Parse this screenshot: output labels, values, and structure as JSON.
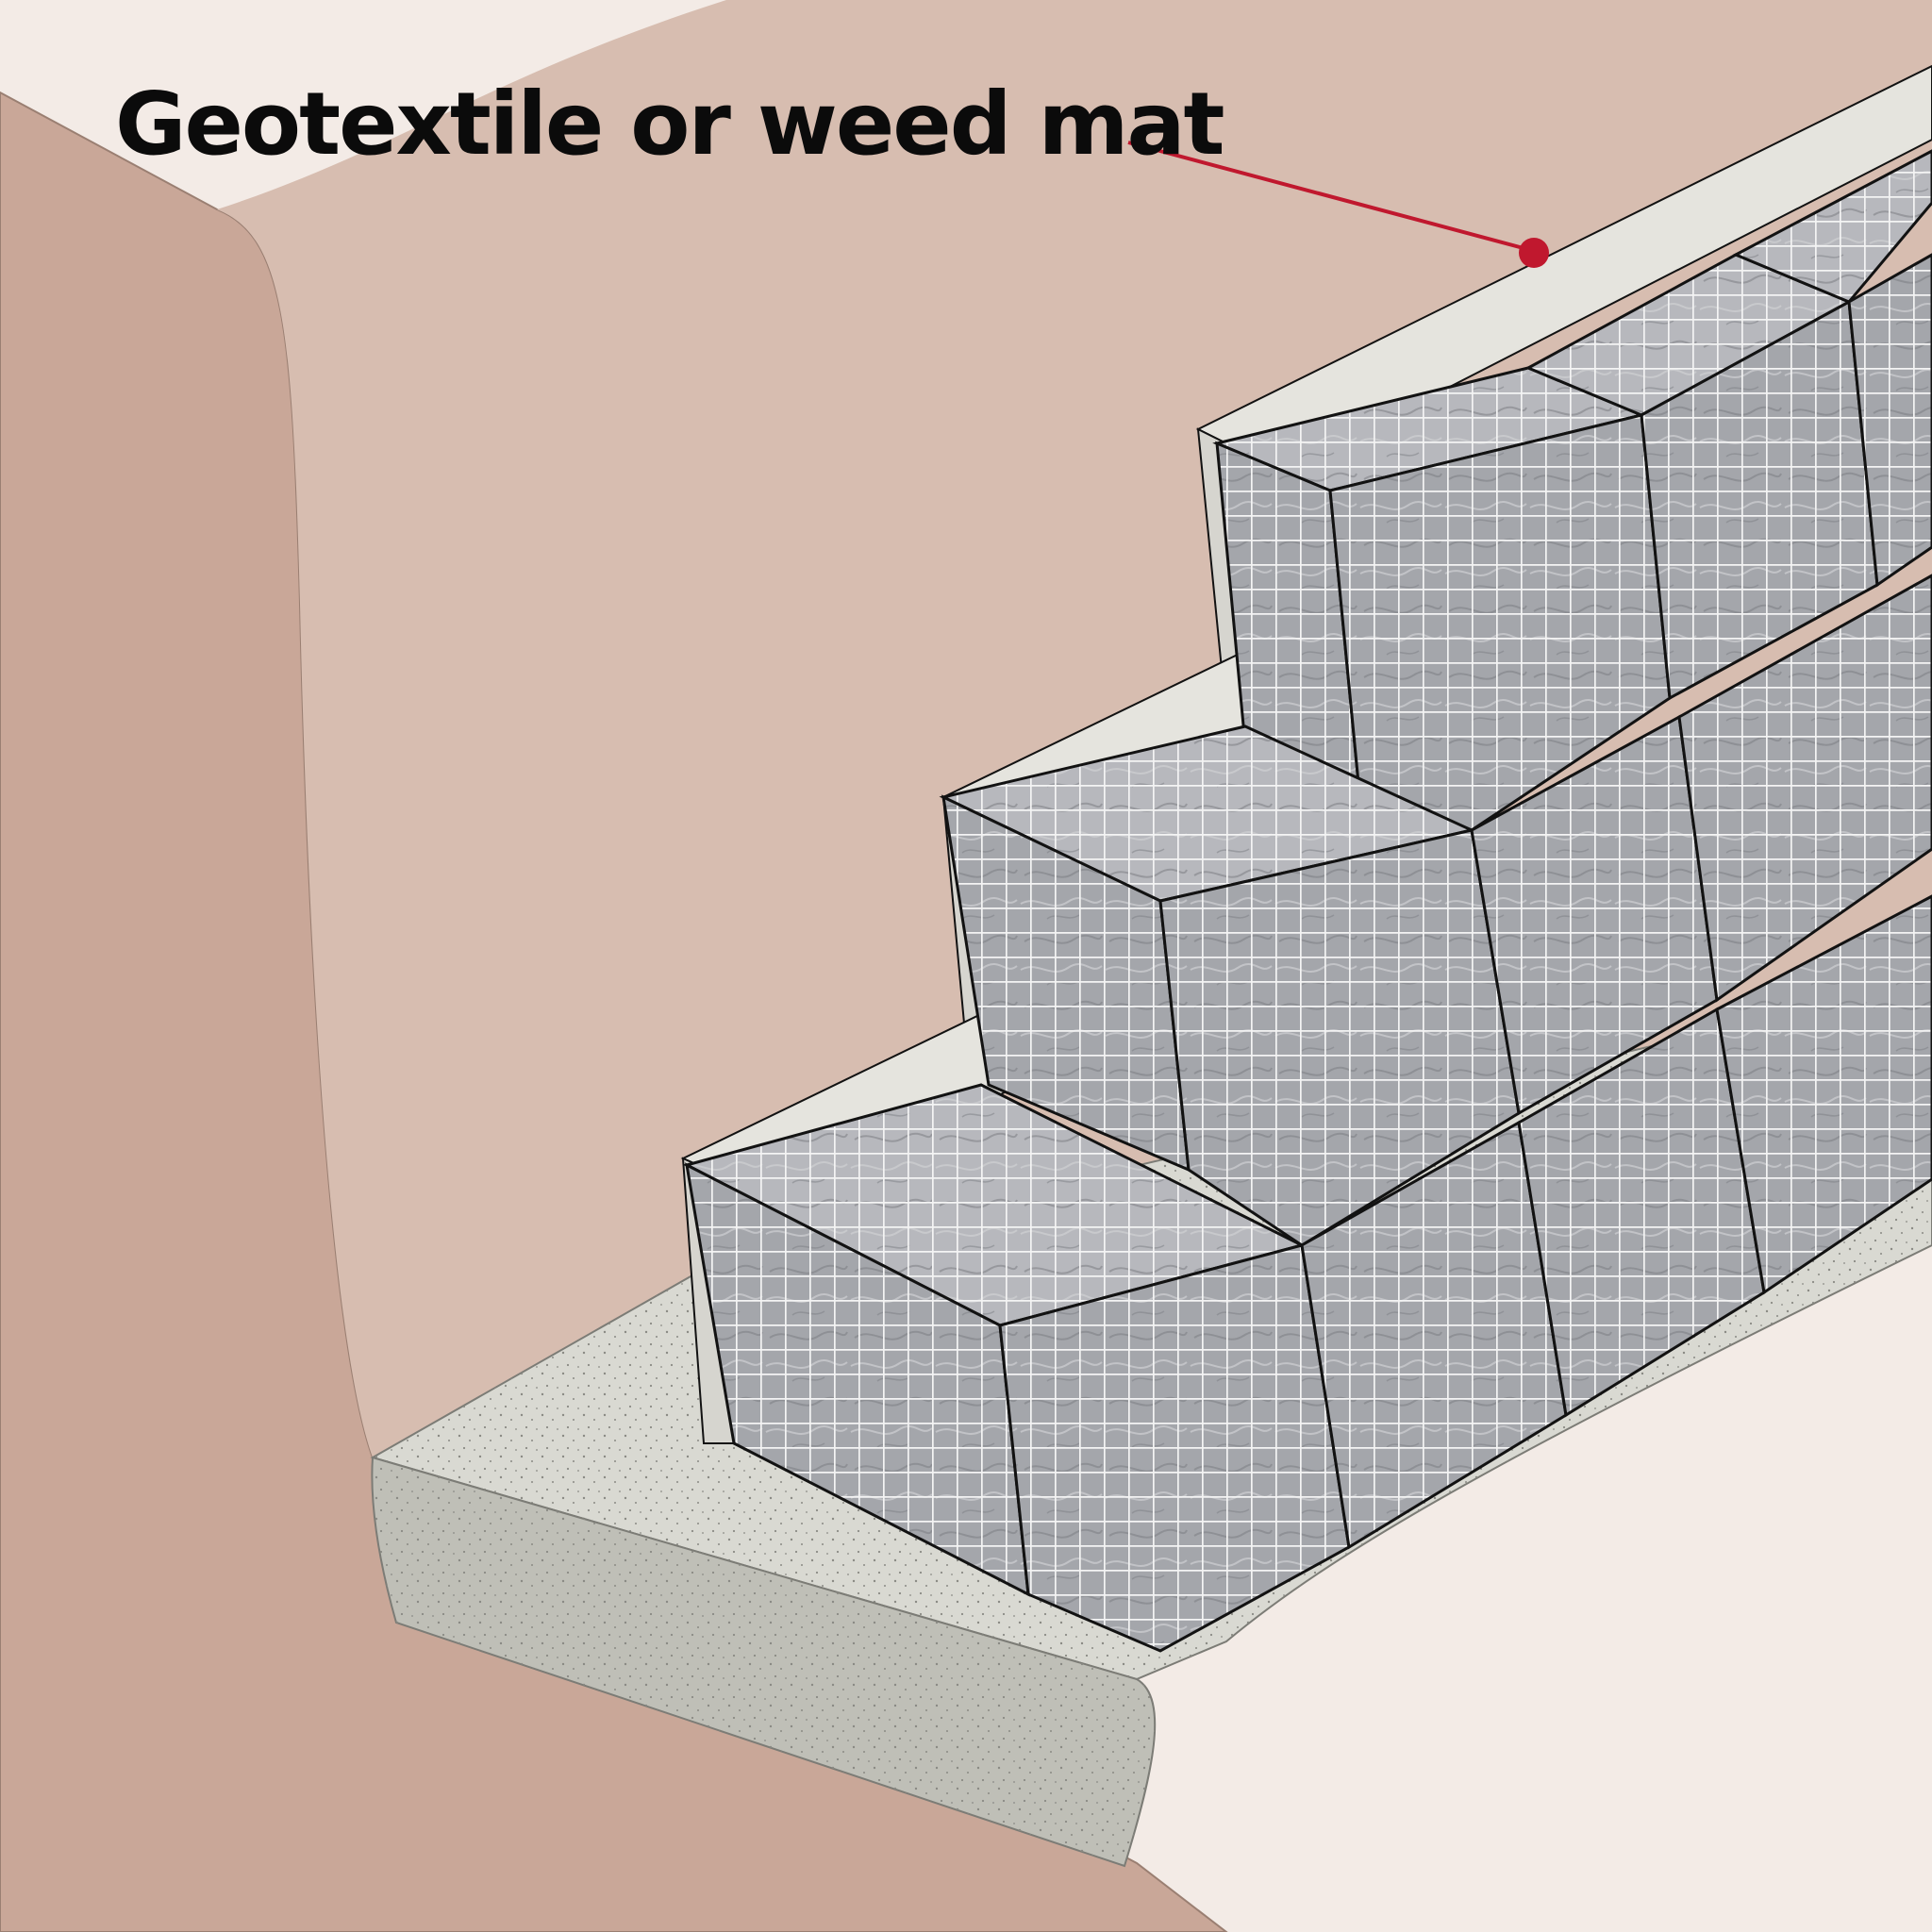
{
  "figure": {
    "type": "illustration",
    "subject": "stepped wire-mesh basket retaining wall set into an excavated bank on a gravel base"
  },
  "annotation": {
    "label": "Geotextile or weed mat",
    "color": "#c0182e"
  },
  "palette": {
    "background": "#f3ebe6",
    "bank_cut": "#c9a798",
    "bank_face": "#d7bdb0",
    "mat": "#e5e4de",
    "gravel_top": "#d9d9d2",
    "gravel_front": "#bfbfb7",
    "mesh": "#f2f2f2",
    "box_top": "#b7b8bd",
    "box_front": "#a4a6ab",
    "box_side": "#8f9196",
    "edge": "#121212"
  }
}
